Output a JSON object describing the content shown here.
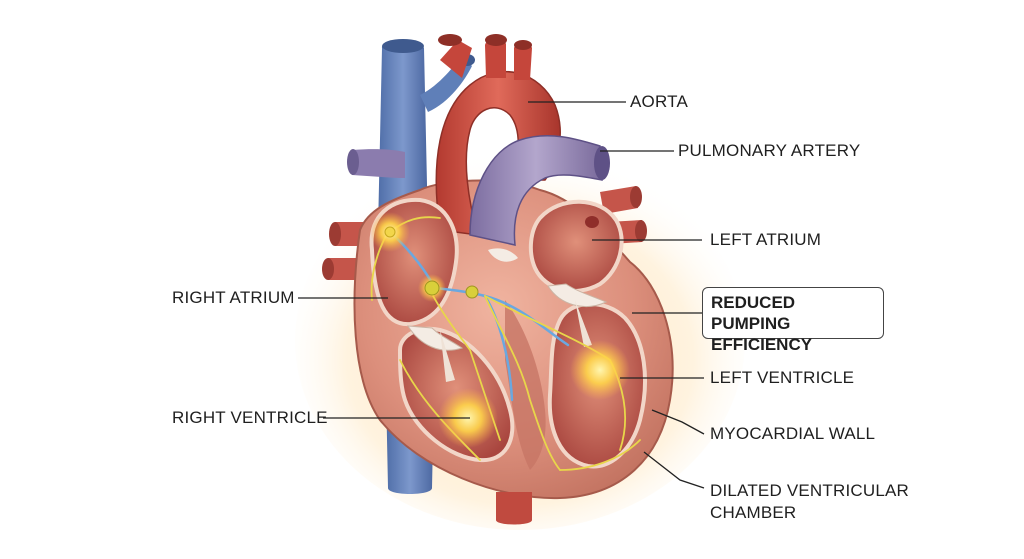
{
  "labels": {
    "aorta": "AORTA",
    "pulmonary_artery": "PULMONARY ARTERY",
    "left_atrium": "LEFT ATRIUM",
    "right_atrium": "RIGHT ATRIUM",
    "callout_line1": "REDUCED PUMPING",
    "callout_line2": "EFFICIENCY",
    "left_ventricle": "LEFT VENTRICLE",
    "right_ventricle": "RIGHT VENTRICLE",
    "myocardial_wall": "MYOCARDIAL WALL",
    "dilated_line1": "DILATED VENTRICULAR",
    "dilated_line2": "CHAMBER"
  },
  "colors": {
    "vein_blue": "#5f7fb8",
    "artery_red": "#c8473c",
    "pulmonary_purple": "#8e7fb0",
    "muscle": "#d98a78",
    "chamber_inner": "#b9524a",
    "nerve_yellow": "#e8d64a",
    "nerve_blue": "#6aa8e0",
    "glow": "#ffb347"
  },
  "icons": {
    "node": "sa-av-node-glow"
  }
}
